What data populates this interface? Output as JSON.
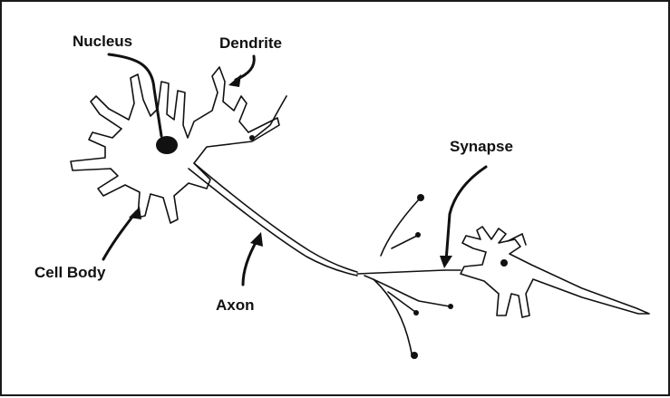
{
  "diagram": {
    "labels": {
      "nucleus": "Nucleus",
      "dendrite": "Dendrite",
      "synapse": "Synapse",
      "cell_body": "Cell Body",
      "axon": "Axon"
    },
    "colors": {
      "ink": "#111111",
      "background": "#ffffff",
      "frame": "#1a1a1a"
    }
  }
}
